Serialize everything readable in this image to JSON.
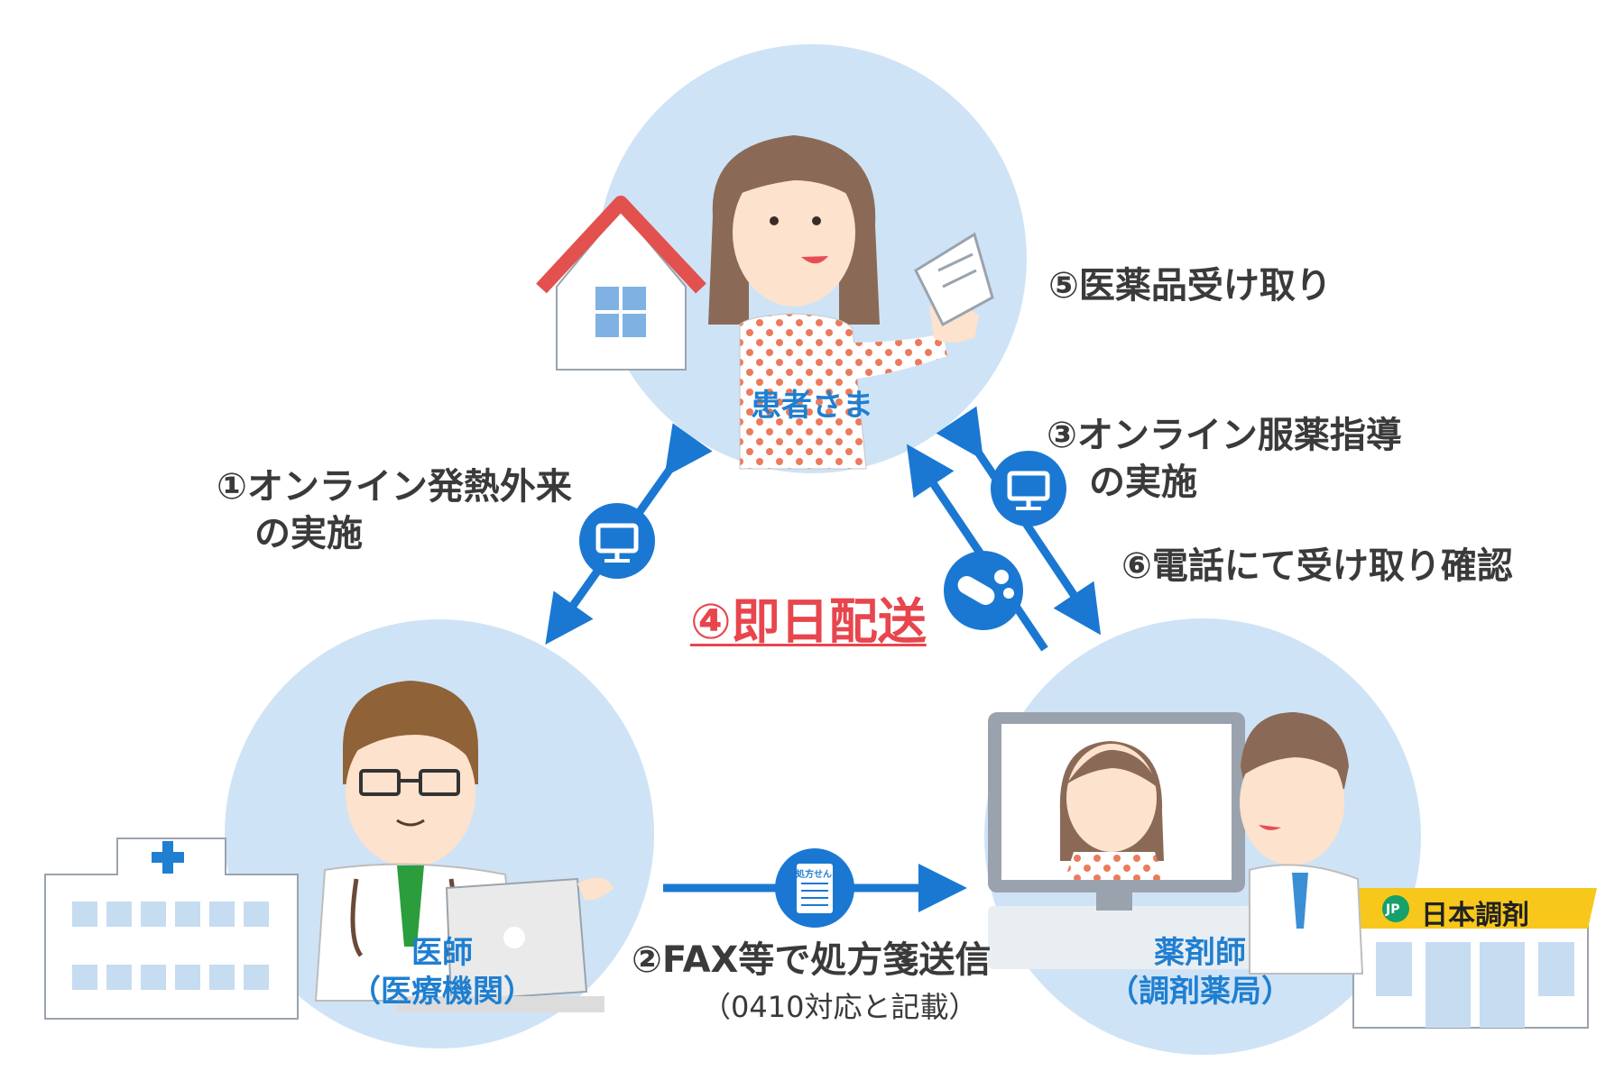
{
  "nodes": {
    "patient": {
      "label": "患者さま"
    },
    "doctor": {
      "label": "医師",
      "sublabel": "（医療機関）"
    },
    "pharmacist": {
      "label": "薬剤師",
      "sublabel": "（調剤薬局）"
    }
  },
  "steps": {
    "s1": {
      "line1": "①オンライン発熱外来",
      "line2": "の実施"
    },
    "s2": {
      "line1": "②FAX等で処方箋送信",
      "line2": "（0410対応と記載）"
    },
    "s3": {
      "line1": "③オンライン服薬指導",
      "line2": "の実施"
    },
    "s4": {
      "text": "④即日配送"
    },
    "s5": {
      "text": "⑤医薬品受け取り"
    },
    "s6": {
      "text": "⑥電話にて受け取り確認"
    }
  },
  "pharmacy_sign": {
    "text": "日本調剤",
    "logo": "JP"
  },
  "prescription_icon": {
    "text": "処方せん"
  },
  "colors": {
    "circle": "#cfe3f6",
    "accent_blue": "#1f7fd0",
    "arrow_blue": "#1a78d2",
    "highlight_red": "#e8454d",
    "roof_red": "#e2514e",
    "sign_yellow": "#f7c81b",
    "logo_green": "#15a06c"
  },
  "icons": [
    "house-icon",
    "hospital-icon",
    "pharmacy-icon",
    "computer-monitor-icon",
    "capsule-pill-icon",
    "prescription-document-icon"
  ]
}
